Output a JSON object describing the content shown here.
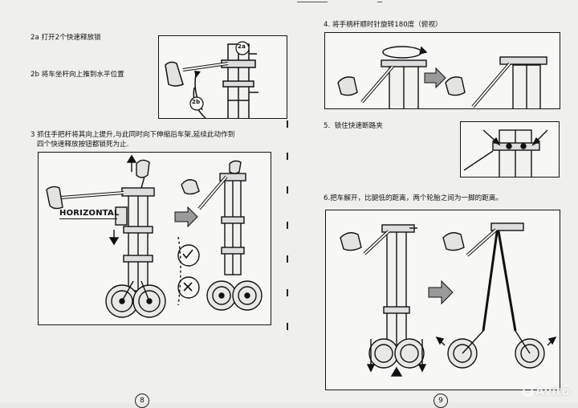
{
  "steps": {
    "s2a": "2a 打开2个快速释放锁",
    "s2b": "2b 将车坐杆向上推到水平位置",
    "s3_line1": "3 抓住手把杆将其向上提升,与此同时向下伸缩后车架,延续此动作到",
    "s3_line2": "四个快速释放按钮都锁死为止.",
    "s4": "4. 将手柄杆顺时针旋转180度（俯视）",
    "s5": "5.  锁住快速断路夹",
    "s6": "6.把车解开，比腿低的距离，两个轮胎之间为一脚的距离。"
  },
  "callouts": {
    "lock_2a": "2a",
    "lock_2b": "2b",
    "horizontal": "HORIZONTAL"
  },
  "indicators": {
    "correct_mark": "check-mark",
    "wrong_mark": "cross-mark"
  },
  "watermark": "Avito",
  "page_numbers": [
    "8",
    "9"
  ],
  "colors": {
    "ink": "#111111",
    "paper": "#efefed",
    "arrow_fill": "#9a9a9a"
  }
}
